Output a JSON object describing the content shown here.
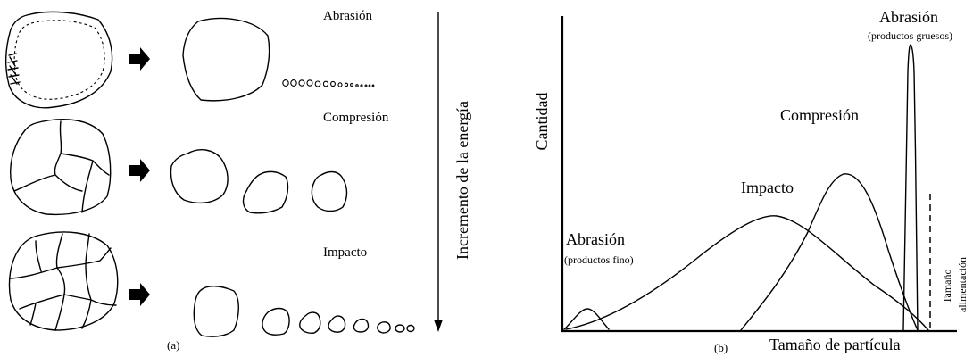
{
  "panel_a": {
    "caption": "(a)",
    "rows": [
      {
        "label": "Abrasión"
      },
      {
        "label": "Compresión"
      },
      {
        "label": "Impacto"
      }
    ],
    "energy_axis_label": "Incremento de la energía"
  },
  "panel_b": {
    "caption": "(b)",
    "ylabel": "Cantidad",
    "xlabel": "Tamaño de partícula",
    "feed_label_line1": "Tamaño",
    "feed_label_line2": "alimentación",
    "curves": {
      "abrasion_fine": {
        "label": "Abrasión",
        "sublabel": "(productos fino)"
      },
      "impacto": {
        "label": "Impacto"
      },
      "compresion": {
        "label": "Compresión"
      },
      "abrasion_coarse": {
        "label": "Abrasión",
        "sublabel": "(productos gruesos)"
      }
    }
  }
}
